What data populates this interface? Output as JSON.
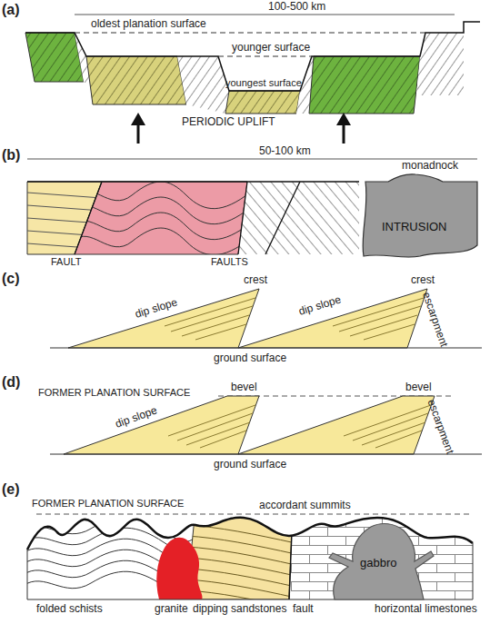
{
  "diagram": {
    "nodes": [
      {
        "text": [
          "INTRUSION"
        ]
      },
      {
        "text": [
          "gabbro"
        ]
      }
    ],
    "labels": [
      "(a)",
      "oldest planation surface",
      "100-500 km",
      "younger surface",
      "youngest surface",
      "PERIODIC UPLIFT",
      "(b)",
      "50-100 km",
      "monadnock",
      "FAULT",
      "FAULTS",
      "(c)",
      "crest",
      "dip slope",
      "crest",
      "dip slope",
      "escarpment",
      "ground surface",
      "(d)",
      "FORMER PLANATION SURFACE",
      "bevel",
      "bevel",
      "dip slope",
      "escarpment",
      "ground surface",
      "(e)",
      "FORMER PLANATION SURFACE",
      "accordant summits",
      "folded schists",
      "granite",
      "dipping sandstones",
      "fault",
      "horizontal limestones"
    ]
  }
}
